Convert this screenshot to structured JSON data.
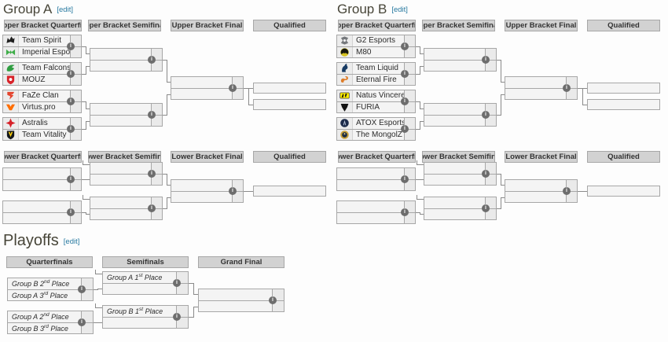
{
  "palette": {
    "header_bg": "#d2d2d2",
    "box_border": "#a7a7a7",
    "row_bg": "#f4f4f4",
    "score_bg": "#eaeaea",
    "connector": "#8a8a8a",
    "info_icon_bg": "#6d6d6d",
    "title_color": "#474538",
    "edit_link_color": "#2779a0"
  },
  "groups": [
    {
      "id": "group-a",
      "title": "Group A",
      "edit": "[edit]",
      "upper_headers": [
        "Upper Bracket Quarterfi...",
        "Upper Bracket Semifinals",
        "Upper Bracket Final",
        "Qualified"
      ],
      "lower_headers": [
        "Lower Bracket Quarterfi...",
        "Lower Bracket Semifinal",
        "Lower Bracket Final",
        "Qualified"
      ],
      "upper_quarterfinals": [
        {
          "top": {
            "name": "Team Spirit",
            "icon": "team-spirit-icon",
            "color": "#1f1f1f"
          },
          "bottom": {
            "name": "Imperial Esports",
            "icon": "imperial-esports-icon",
            "color": "#3fae49"
          }
        },
        {
          "top": {
            "name": "Team Falcons",
            "icon": "team-falcons-icon",
            "color": "#2f9e41"
          },
          "bottom": {
            "name": "MOUZ",
            "icon": "mouz-icon",
            "color": "#d8232a"
          }
        },
        {
          "top": {
            "name": "FaZe Clan",
            "icon": "faze-clan-icon",
            "color": "#e4442e"
          },
          "bottom": {
            "name": "Virtus.pro",
            "icon": "virtus-pro-icon",
            "color": "#ff6e00"
          }
        },
        {
          "top": {
            "name": "Astralis",
            "icon": "astralis-icon",
            "color": "#d6222a"
          },
          "bottom": {
            "name": "Team Vitality",
            "icon": "team-vitality-icon",
            "color": "#ffd10f"
          }
        }
      ]
    },
    {
      "id": "group-b",
      "title": "Group B",
      "edit": "[edit]",
      "upper_headers": [
        "Upper Bracket Quarterfi...",
        "Upper Bracket Semifinals",
        "Upper Bracket Final",
        "Qualified"
      ],
      "lower_headers": [
        "Lower Bracket Quarterfi...",
        "Lower Bracket Semifinal",
        "Lower Bracket Final",
        "Qualified"
      ],
      "upper_quarterfinals": [
        {
          "top": {
            "name": "G2 Esports",
            "icon": "g2-esports-icon",
            "color": "#75787c"
          },
          "bottom": {
            "name": "M80",
            "icon": "m80-icon",
            "color": "#d6c31f"
          }
        },
        {
          "top": {
            "name": "Team Liquid",
            "icon": "team-liquid-icon",
            "color": "#173a63"
          },
          "bottom": {
            "name": "Eternal Fire",
            "icon": "eternal-fire-icon",
            "color": "#de7d2a"
          }
        },
        {
          "top": {
            "name": "Natus Vincere",
            "icon": "natus-vincere-icon",
            "color": "#ffee00"
          },
          "bottom": {
            "name": "FURIA",
            "icon": "furia-icon",
            "color": "#121212"
          }
        },
        {
          "top": {
            "name": "ATOX Esports",
            "icon": "atox-esports-icon",
            "color": "#1c2b4a"
          },
          "bottom": {
            "name": "The MongolZ",
            "icon": "mongolz-icon",
            "color": "#caa23a"
          }
        }
      ]
    }
  ],
  "playoffs": {
    "title": "Playoffs",
    "edit": "[edit]",
    "headers": [
      "Quarterfinals",
      "Semifinals",
      "Grand Final"
    ],
    "quarterfinal_seeds": [
      {
        "top": {
          "pre": "Group B 2",
          "sup": "nd",
          "post": " Place"
        },
        "bottom": {
          "pre": "Group A 3",
          "sup": "rd",
          "post": " Place"
        }
      },
      {
        "top": {
          "pre": "Group A 2",
          "sup": "nd",
          "post": " Place"
        },
        "bottom": {
          "pre": "Group B 3",
          "sup": "rd",
          "post": " Place"
        }
      }
    ],
    "semifinal_seeds": [
      {
        "pre": "Group A 1",
        "sup": "st",
        "post": " Place"
      },
      {
        "pre": "Group B 1",
        "sup": "st",
        "post": " Place"
      }
    ],
    "info_icon_glyph": "i"
  }
}
